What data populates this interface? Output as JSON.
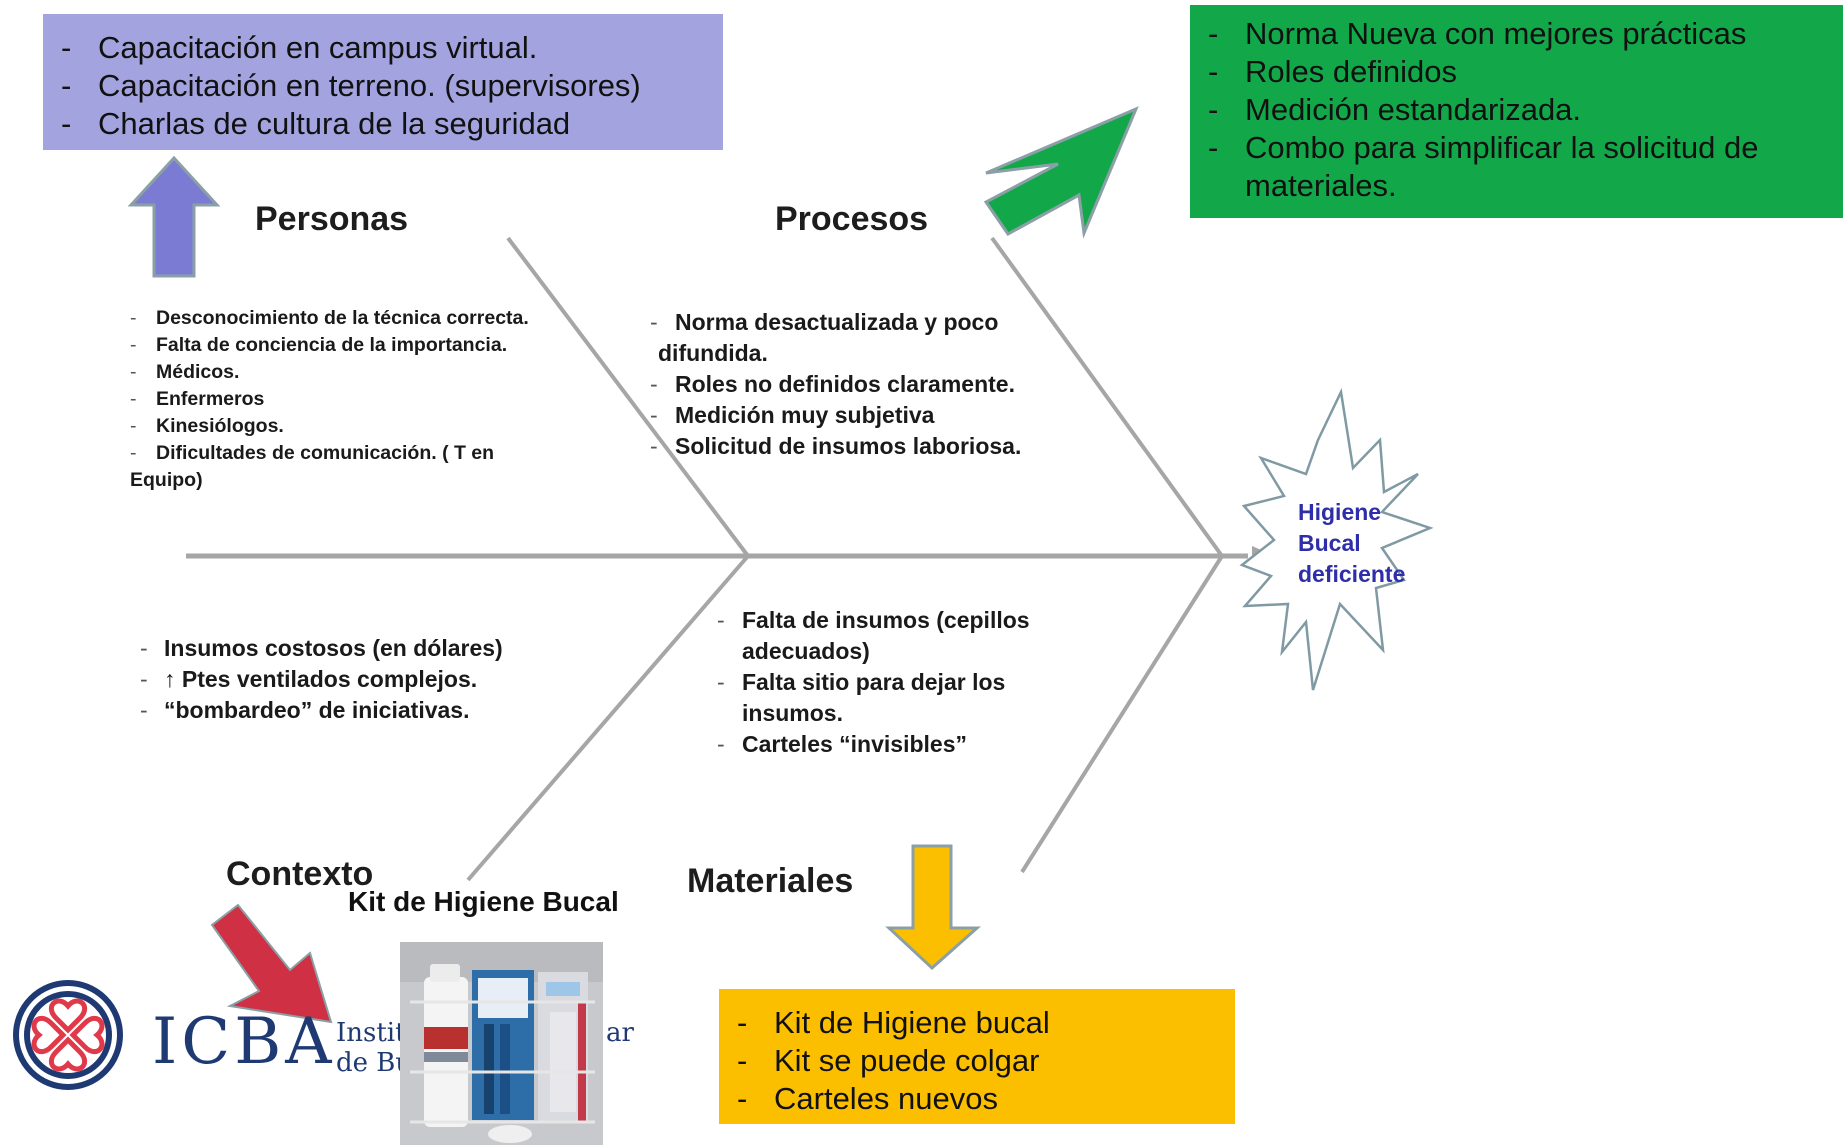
{
  "categories": {
    "personas": "Personas",
    "procesos": "Procesos",
    "contexto": "Contexto",
    "materiales": "Materiales"
  },
  "effect": {
    "line1": "Higiene",
    "line2": "Bucal",
    "line3": "deficiente"
  },
  "causes": {
    "personas": [
      "Desconocimiento de la técnica correcta.",
      "Falta de conciencia de la importancia.",
      "Médicos.",
      "Enfermeros",
      "Kinesiólogos.",
      "Dificultades de comunicación. ( T en",
      "Equipo)"
    ],
    "procesos": [
      "Norma desactualizada y poco",
      "difundida.",
      "Roles no definidos claramente.",
      "Medición muy subjetiva",
      "Solicitud de insumos laboriosa."
    ],
    "contexto": [
      "Insumos costosos (en dólares)",
      "↑ Ptes ventilados complejos.",
      "“bombardeo” de iniciativas."
    ],
    "materiales": [
      "Falta de insumos (cepillos",
      "adecuados)",
      "Falta sitio para dejar los",
      "insumos.",
      "Carteles “invisibles”"
    ]
  },
  "solutions": {
    "personas": [
      "Capacitación en campus virtual.",
      "Capacitación en terreno. (supervisores)",
      "Charlas de cultura  de la seguridad"
    ],
    "procesos": [
      "Norma Nueva  con mejores prácticas",
      "Roles definidos",
      "Medición estandarizada.",
      "Combo para simplificar la solicitud de",
      "materiales."
    ],
    "materiales": [
      "Kit de Higiene bucal",
      "Kit se puede colgar",
      "Carteles nuevos"
    ]
  },
  "kit_title": "Kit de Higiene Bucal",
  "logo": {
    "text": "ICBA",
    "sub1": "Instit",
    "sub2": "de Bu",
    "sub_tail": "ar"
  },
  "colors": {
    "personas_box": "#a3a3e0",
    "procesos_box": "#12a84a",
    "materiales_box": "#fcbf00",
    "arrow_purple": "#7b7bd4",
    "arrow_green": "#12a84a",
    "arrow_yellow": "#fcbf00",
    "arrow_red": "#d03044",
    "bone": "#a6a6a6",
    "effect_text": "#2e2ea8",
    "logo": "#1f3a73"
  }
}
